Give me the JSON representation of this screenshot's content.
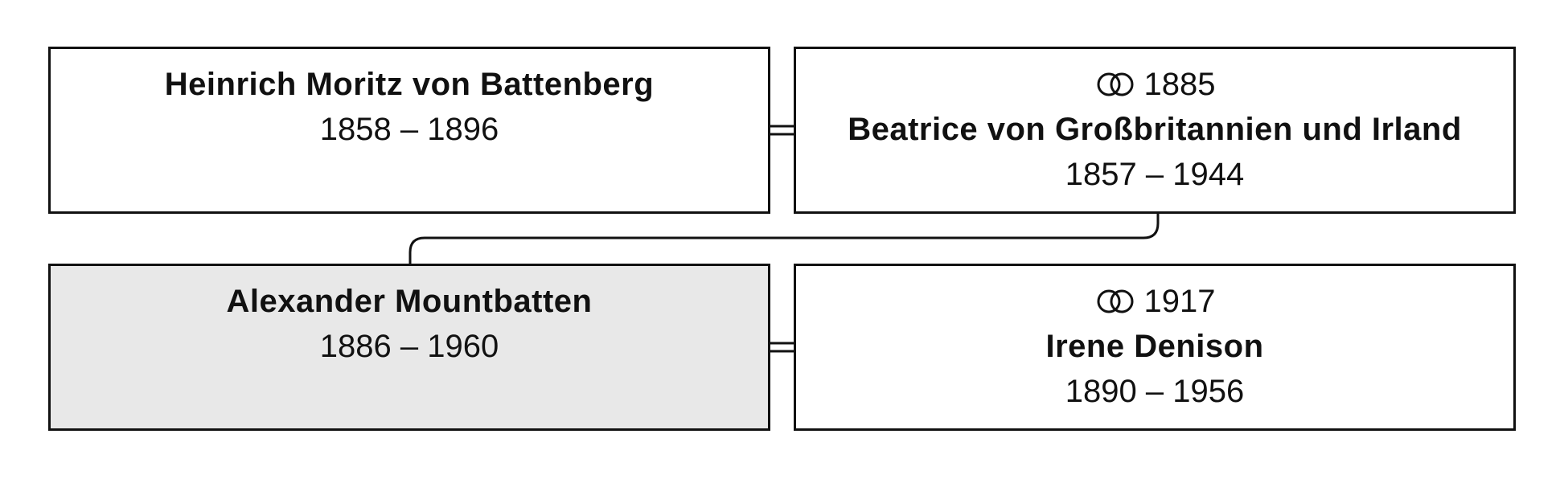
{
  "persons": [
    {
      "name": "Heinrich Moritz von Battenberg",
      "dates": "1858 – 1896"
    },
    {
      "marriage_year": "1885",
      "name": "Beatrice von Großbritannien und Irland",
      "dates": "1857 – 1944"
    },
    {
      "name": "Alexander Mountbatten",
      "dates": "1886 – 1960"
    },
    {
      "marriage_year": "1917",
      "name": "Irene Denison",
      "dates": "1890 – 1956"
    }
  ],
  "icons": {
    "marriage": "rings-icon"
  },
  "colors": {
    "focus_fill": "#e8e8e8",
    "border": "#111111"
  }
}
